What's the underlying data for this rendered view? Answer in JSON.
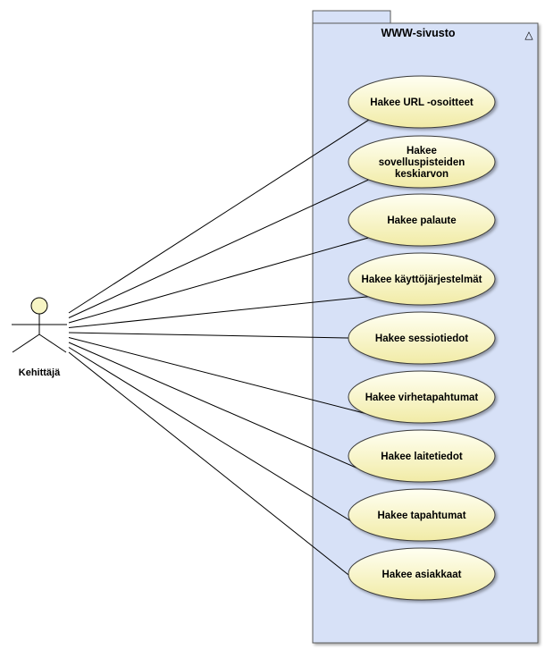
{
  "system": {
    "title": "WWW-sivusto",
    "collapse_glyph": "△",
    "fill_color": "#d7e1f7",
    "stroke_color": "#5a5a5a"
  },
  "actor": {
    "name": "Kehittäjä",
    "head_color": "#f7f5c4"
  },
  "use_case_style": {
    "fill_light": "#fffff2",
    "fill_dark": "#f1eba6",
    "stroke_color": "#3c3c3c"
  },
  "use_cases": [
    {
      "lines": [
        "Hakee URL -osoitteet"
      ]
    },
    {
      "lines": [
        "Hakee",
        "sovelluspisteiden",
        "keskiarvon"
      ]
    },
    {
      "lines": [
        "Hakee palaute"
      ]
    },
    {
      "lines": [
        "Hakee käyttöjärjestelmät"
      ]
    },
    {
      "lines": [
        "Hakee sessiotiedot"
      ]
    },
    {
      "lines": [
        "Hakee virhetapahtumat"
      ]
    },
    {
      "lines": [
        "Hakee laitetiedot"
      ]
    },
    {
      "lines": [
        "Hakee tapahtumat"
      ]
    },
    {
      "lines": [
        "Hakee asiakkaat"
      ]
    }
  ]
}
